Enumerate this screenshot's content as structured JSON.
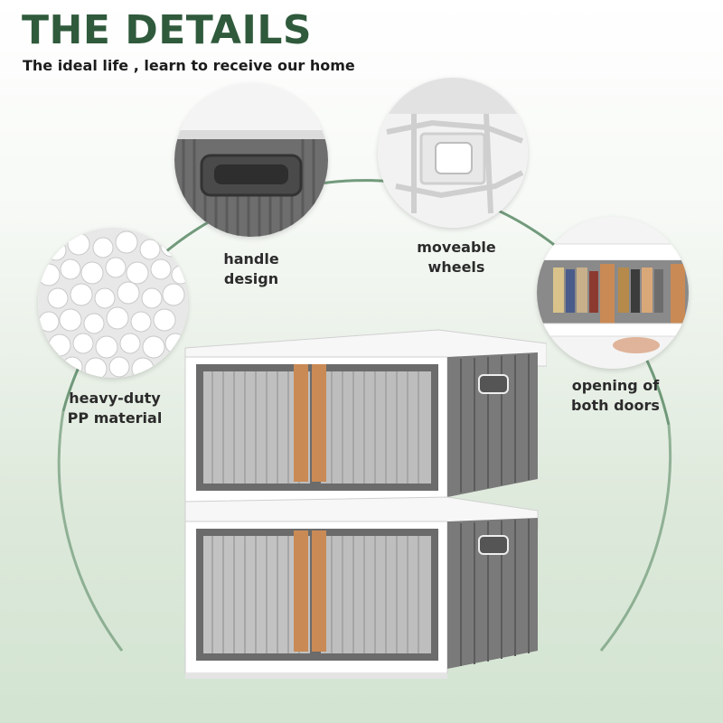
{
  "header": {
    "title": "THE DETAILS",
    "subtitle": "The ideal life , learn to receive our home"
  },
  "features": [
    {
      "icon": "pp-pellets-icon",
      "line1": "heavy-duty",
      "line2": "PP material"
    },
    {
      "icon": "handle-icon",
      "line1": "handle",
      "line2": "design"
    },
    {
      "icon": "wheels-icon",
      "line1": "moveable",
      "line2": "wheels"
    },
    {
      "icon": "doors-open-icon",
      "line1": "opening of",
      "line2": "both doors"
    }
  ],
  "colors": {
    "title_green": "#2f5a3c",
    "arc_green": "#5b8a66",
    "handle_orange": "#c98a55",
    "frame_grey": "#5a5a5a"
  }
}
